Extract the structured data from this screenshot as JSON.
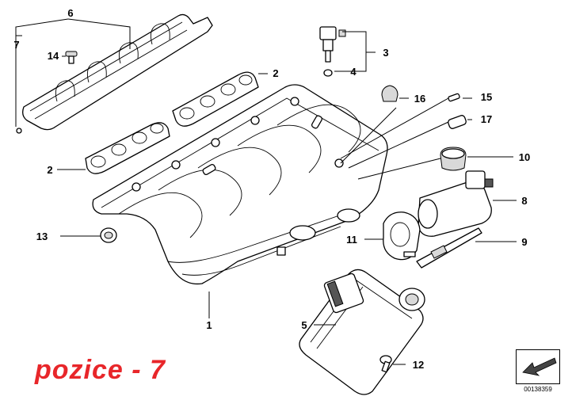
{
  "callouts": [
    "1",
    "2",
    "2",
    "3",
    "4",
    "5",
    "6",
    "7",
    "8",
    "9",
    "10",
    "11",
    "12",
    "13",
    "14",
    "15",
    "16",
    "17"
  ],
  "caption": "pozice - 7",
  "caption_color": "#e8262a",
  "reference_number": "00138359"
}
